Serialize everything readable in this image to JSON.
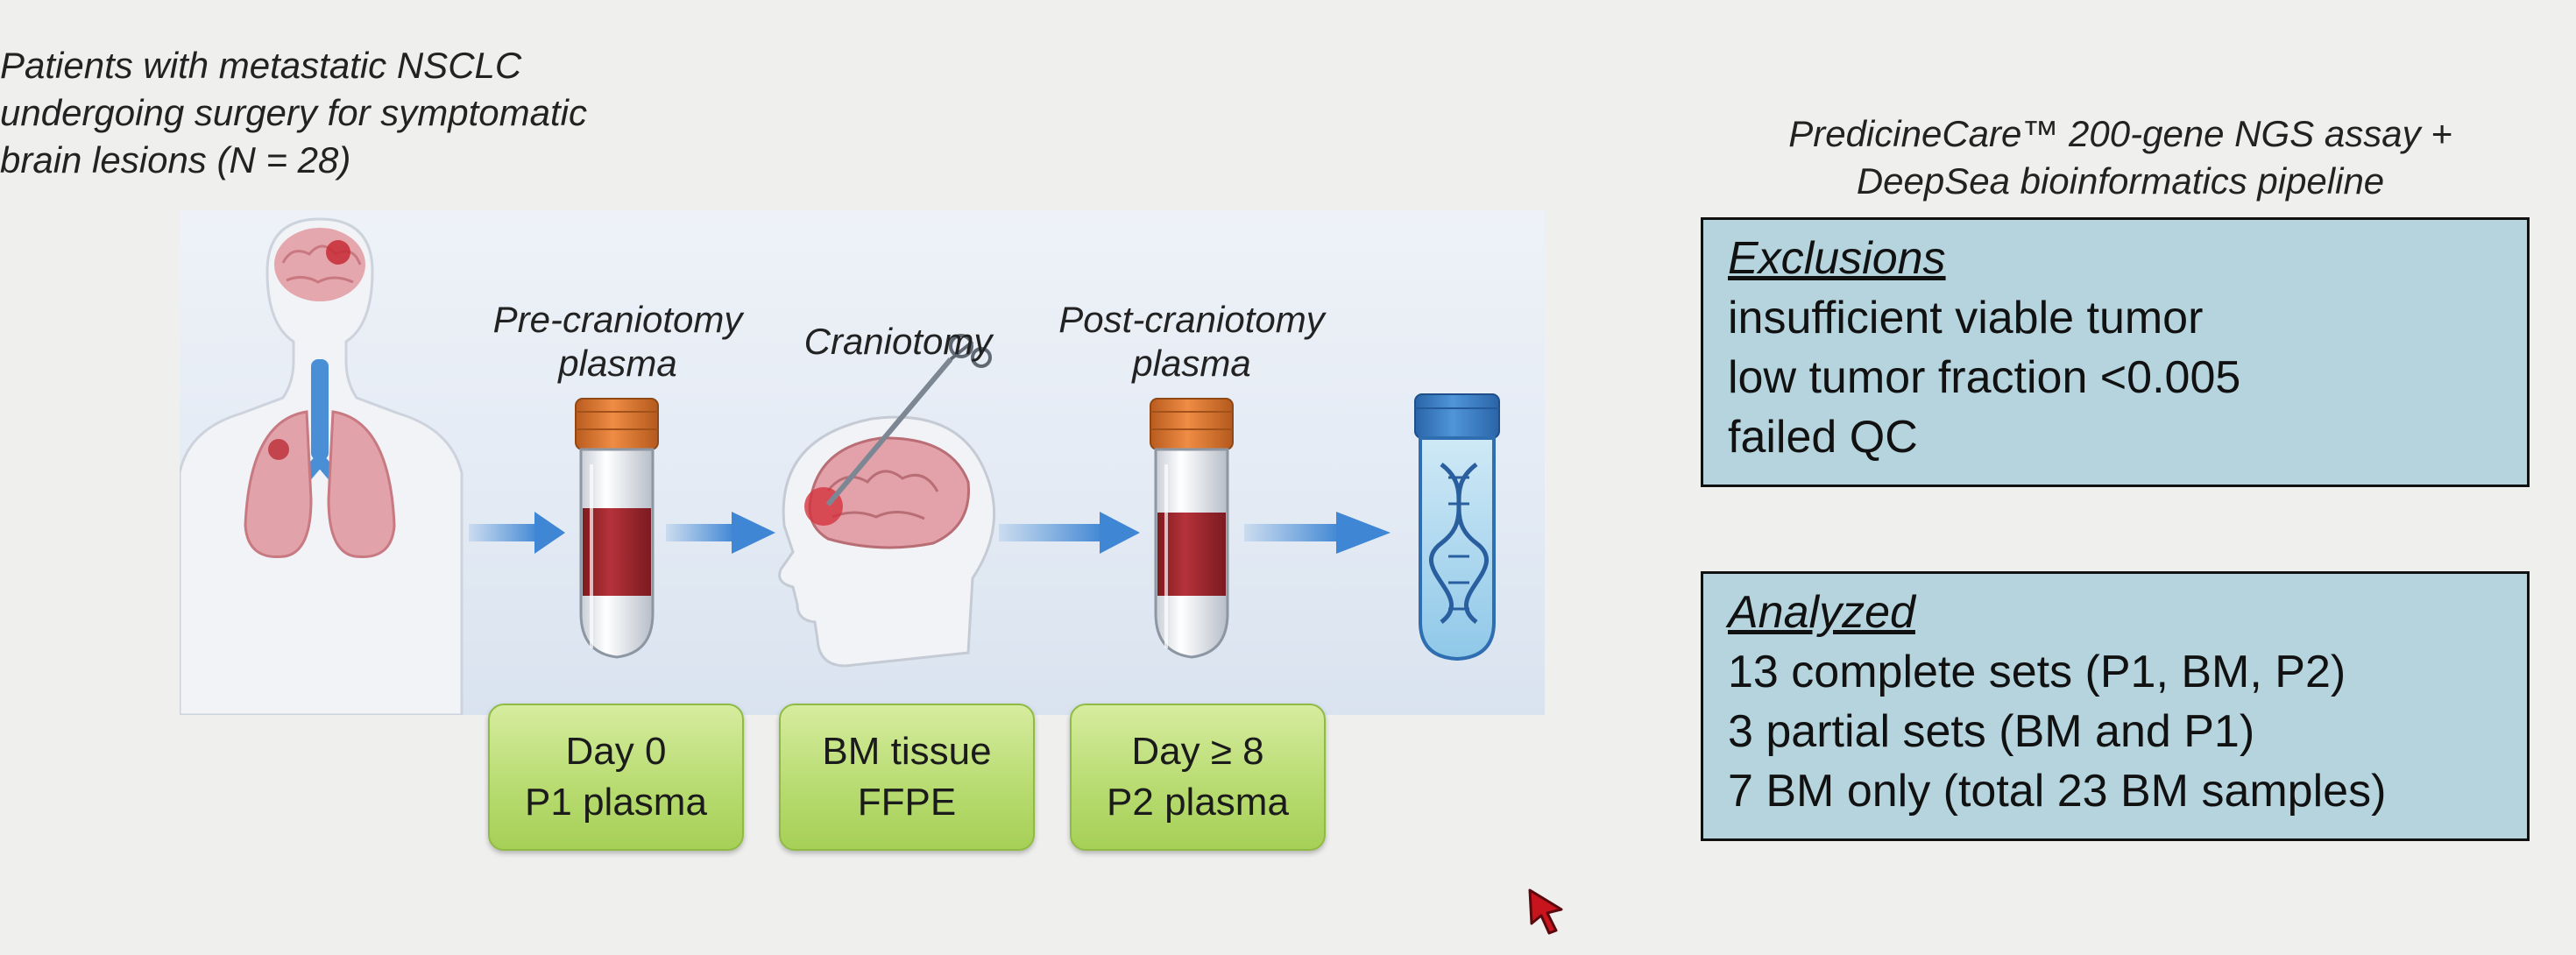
{
  "cohort": {
    "lines": [
      "Patients with metastatic NSCLC",
      "undergoing surgery for symptomatic",
      "brain lesions (N = 28)"
    ]
  },
  "workflow": {
    "steps": [
      {
        "label_lines": [
          "Pre-craniotomy",
          "plasma"
        ]
      },
      {
        "label_lines": [
          "Craniotomy"
        ]
      },
      {
        "label_lines": [
          "Post-craniotomy",
          "plasma"
        ]
      }
    ],
    "tags": [
      {
        "lines": [
          "Day 0",
          "P1 plasma"
        ]
      },
      {
        "lines": [
          "BM tissue",
          "FFPE"
        ]
      },
      {
        "lines": [
          "Day ≥ 8",
          "P2 plasma"
        ]
      }
    ]
  },
  "assay": {
    "lines": [
      "PredicineCare™ 200-gene NGS assay +",
      "DeepSea bioinformatics pipeline"
    ]
  },
  "exclusions": {
    "title": "Exclusions",
    "items": [
      "insufficient viable tumor",
      "low tumor fraction <0.005",
      "failed QC"
    ]
  },
  "analyzed": {
    "title": "Analyzed",
    "items": [
      "13 complete sets (P1, BM, P2)",
      "3 partial sets (BM and P1)",
      "7 BM only (total 23 BM samples)"
    ]
  },
  "colors": {
    "box_fill": "#b5d4dd",
    "tag_fill": "#b9dc72",
    "arrow": "#4a8fd6",
    "blood": "#a8262c",
    "tube_cap": "#d9762e",
    "dna_cap": "#3b7dbf"
  }
}
